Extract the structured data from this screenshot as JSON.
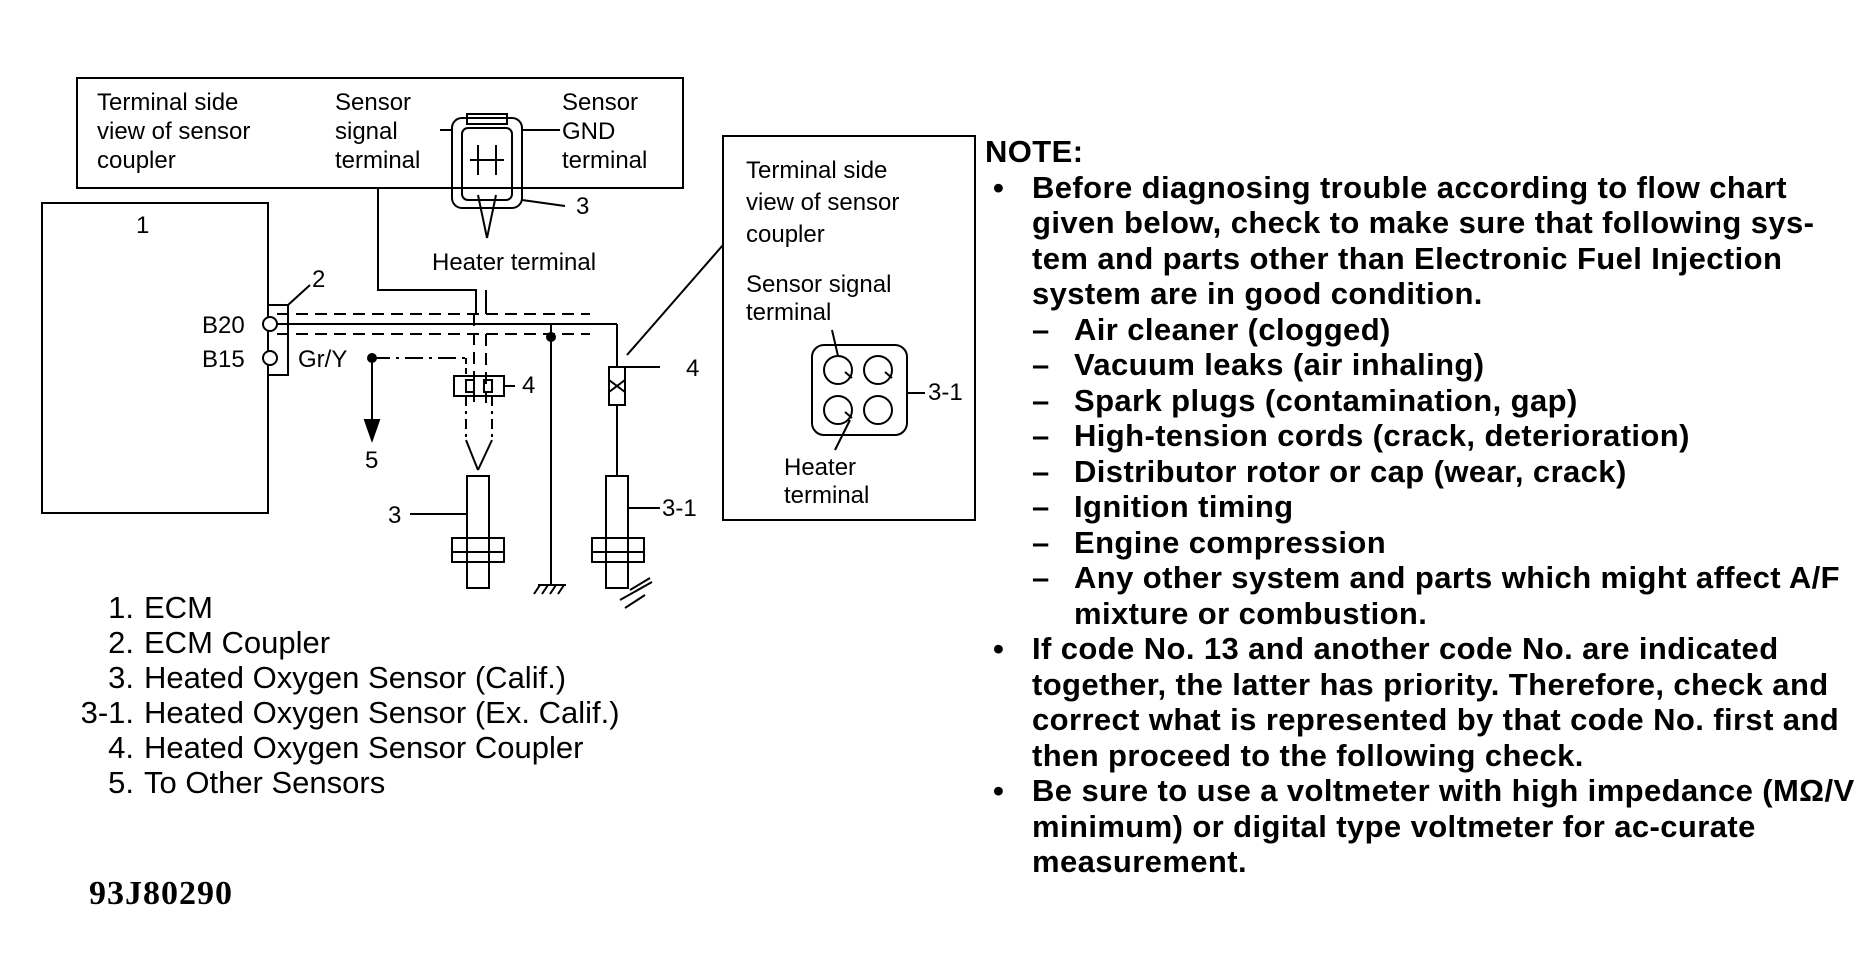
{
  "diagram": {
    "box1": {
      "line1": "Terminal side",
      "line2": "view of sensor",
      "line3": "coupler"
    },
    "sensor_signal": {
      "line1": "Sensor",
      "line2": "signal",
      "line3": "terminal"
    },
    "sensor_gnd": {
      "line1": "Sensor",
      "line2": "GND",
      "line3": "terminal"
    },
    "heater_terminal_top": "Heater terminal",
    "box2": {
      "line1": "Terminal side",
      "line2": "view of sensor",
      "line3": "coupler",
      "signal1": "Sensor signal",
      "signal2": "terminal",
      "heater1": "Heater",
      "heater2": "terminal"
    },
    "callouts": {
      "c1": "1",
      "c2": "2",
      "c3a": "3",
      "c3b": "3",
      "c31a": "3-1",
      "c31b": "3-1",
      "c4a": "4",
      "c4b": "4",
      "c5": "5"
    },
    "pins": {
      "b20": "B20",
      "b15": "B15",
      "wire": "Gr/Y"
    }
  },
  "legend": [
    {
      "num": "1.",
      "text": "ECM"
    },
    {
      "num": "2.",
      "text": "ECM Coupler"
    },
    {
      "num": "3.",
      "text": "Heated Oxygen Sensor (Calif.)"
    },
    {
      "num": "3-1.",
      "text": "Heated Oxygen Sensor (Ex. Calif.)"
    },
    {
      "num": "4.",
      "text": "Heated Oxygen Sensor Coupler"
    },
    {
      "num": "5.",
      "text": "To Other Sensors"
    }
  ],
  "figure_id": "93J80290",
  "notes": {
    "heading": "NOTE:",
    "bullet1": "Before diagnosing trouble according to flow chart given below, check to make sure that following sys-tem and parts other than Electronic Fuel Injection system are in good condition.",
    "items": [
      "Air cleaner (clogged)",
      "Vacuum leaks (air inhaling)",
      "Spark plugs (contamination, gap)",
      "High-tension cords (crack, deterioration)",
      "Distributor rotor or cap (wear, crack)",
      "Ignition timing",
      "Engine compression",
      "Any other system and parts which might affect A/F mixture or combustion."
    ],
    "bullet2": "If code No. 13 and another code No. are indicated together, the latter has priority. Therefore, check and correct what is represented by that code No. first and then proceed to the following check.",
    "bullet3": "Be sure to use a voltmeter with high impedance (MΩ/V minimum) or digital type voltmeter for ac-curate measurement."
  }
}
